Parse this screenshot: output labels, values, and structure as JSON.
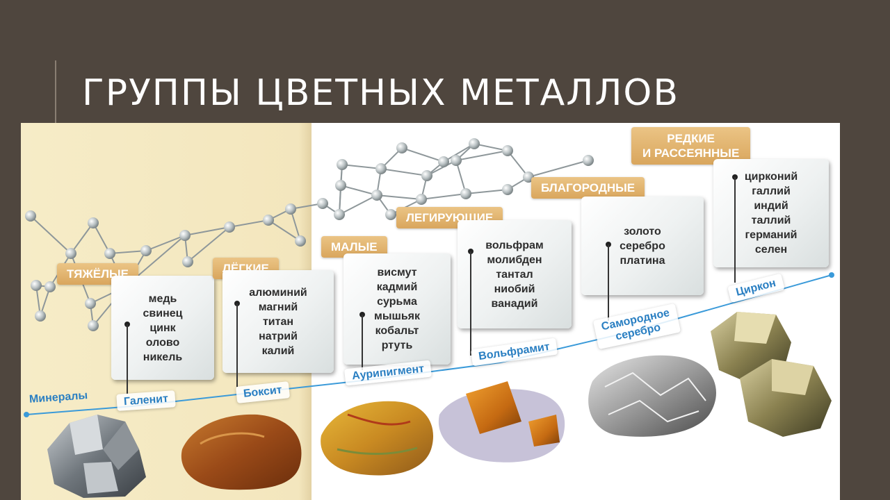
{
  "slide": {
    "title": "ГРУППЫ ЦВЕТНЫХ МЕТАЛЛОВ"
  },
  "axis_label": "Минералы",
  "groups": [
    {
      "name": "ТЯЖЁЛЫЕ",
      "metals": [
        "медь",
        "свинец",
        "цинк",
        "олово",
        "никель"
      ],
      "mineral": "Галенит"
    },
    {
      "name": "ЛЁГКИЕ",
      "metals": [
        "алюминий",
        "магний",
        "титан",
        "натрий",
        "калий"
      ],
      "mineral": "Боксит"
    },
    {
      "name": "МАЛЫЕ",
      "metals": [
        "висмут",
        "кадмий",
        "сурьма",
        "мышьяк",
        "кобальт",
        "ртуть"
      ],
      "mineral": "Аурипигмент"
    },
    {
      "name": "ЛЕГИРУЮЩИЕ",
      "metals": [
        "вольфрам",
        "молибден",
        "тантал",
        "ниобий",
        "ванадий"
      ],
      "mineral": "Вольфрамит"
    },
    {
      "name": "БЛАГОРОДНЫЕ",
      "metals": [
        "золото",
        "серебро",
        "платина"
      ],
      "mineral_lines": [
        "Самородное",
        "серебро"
      ]
    },
    {
      "name_lines": [
        "РЕДКИЕ",
        "И РАССЕЯННЫЕ"
      ],
      "metals": [
        "цирконий",
        "галлий",
        "индий",
        "таллий",
        "германий",
        "селен"
      ],
      "mineral": "Циркон"
    }
  ],
  "colors": {
    "background": "#4f463e",
    "beige_panel": "#f6ecc7",
    "group_header": "#dcaa62",
    "mineral_label": "#2a7fc2"
  }
}
